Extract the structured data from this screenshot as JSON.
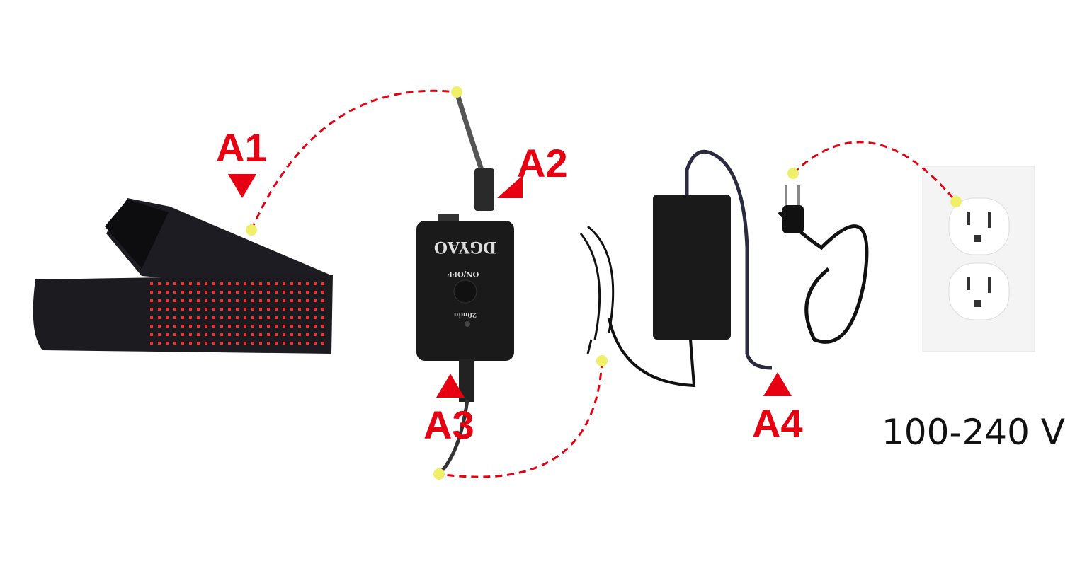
{
  "labels": {
    "a1": "A1",
    "a2": "A2",
    "a3": "A3",
    "a4": "A4"
  },
  "voltage": "100-240 V",
  "controller": {
    "brand": "DGYAO",
    "switch": "ON/OFF",
    "timer": "20min"
  },
  "colors": {
    "accent": "#e60012",
    "dot": "#f0ef6a",
    "led": "#ff2a2a"
  }
}
